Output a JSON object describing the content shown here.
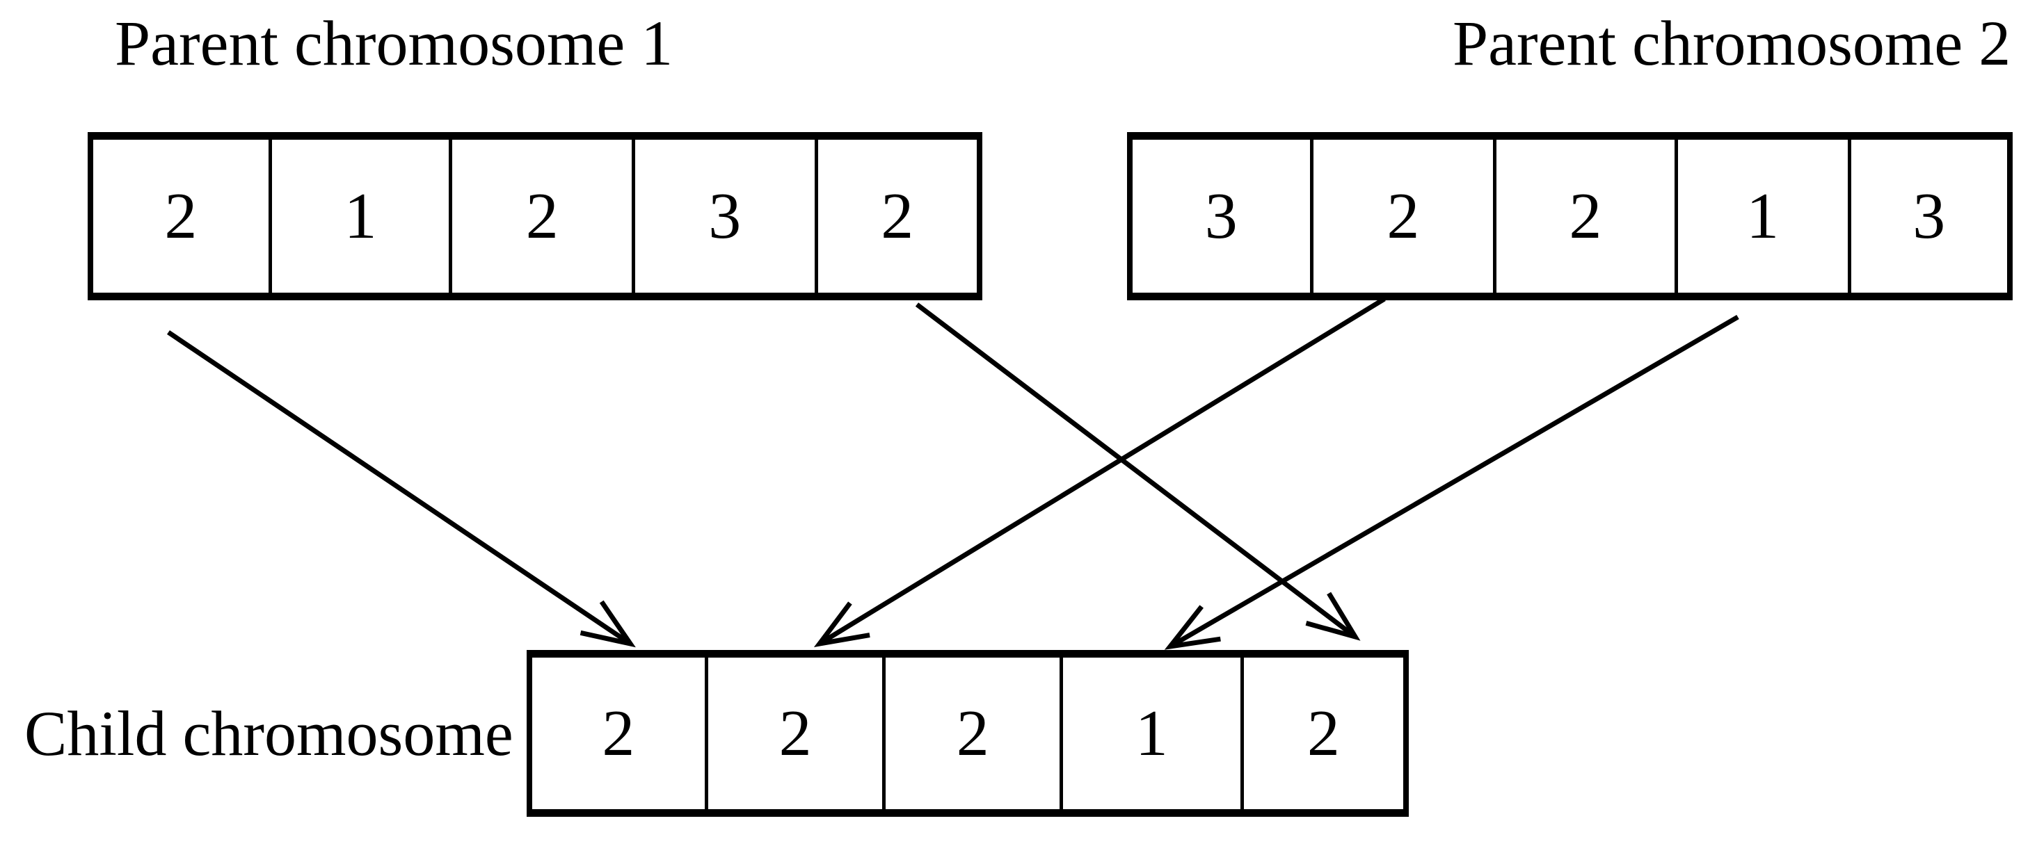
{
  "figure": {
    "background_color": "#ffffff",
    "line_color": "#000000",
    "parent1": {
      "title": "Parent chromosome 1",
      "genes": [
        "2",
        "1",
        "2",
        "3",
        "2"
      ]
    },
    "parent2": {
      "title": "Parent chromosome 2",
      "genes": [
        "3",
        "2",
        "2",
        "1",
        "3"
      ]
    },
    "child": {
      "label": "Child chromosome",
      "genes": [
        "2",
        "2",
        "2",
        "1",
        "2"
      ]
    },
    "crossover_arrows": [
      {
        "from": "parent1-gene-1",
        "to": "child-gene-1"
      },
      {
        "from": "parent2-gene-2",
        "to": "child-gene-2"
      },
      {
        "from": "parent2-gene-4",
        "to": "child-gene-4"
      },
      {
        "from": "parent1-gene-5",
        "to": "child-gene-5"
      }
    ]
  }
}
